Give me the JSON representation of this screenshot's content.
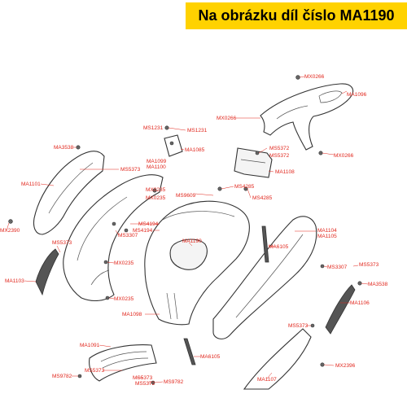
{
  "header": {
    "title": "Na obrázku díl číslo MA1190"
  },
  "labels": {
    "MX0266_top": "MX0266",
    "MA1096": "MA1096",
    "MX0266_left": "MX0266",
    "MS1231_a": "MS1231",
    "MS1231_b": "MS1231",
    "MA1085": "MA1085",
    "MS5372_a": "MS5372",
    "MS5372_b": "MS5372",
    "MX0266_right": "MX0266",
    "MA3538_left": "MA3538",
    "MA1099": "MA1099",
    "MA1100": "MA1100",
    "MS5373_top": "MS5373",
    "MA1108": "MA1108",
    "MA1101": "MA1101",
    "MX0235_a": "MX0235",
    "MX0235_b": "MX0235",
    "MS9609": "MS9609",
    "MS4285_a": "MS4285",
    "MS4285_b": "MS4285",
    "MS4194_a": "MS4194",
    "MS3307_left": "MS3307",
    "MS4194_b": "MS4194",
    "MA1104": "MA1104",
    "MA1105": "MA1105",
    "MX2390_left": "MX2390",
    "MA1190": "MA1190",
    "MA6105_top": "MA6105",
    "MS5373_left": "MS5373",
    "MX0235_c": "MX0235",
    "MS3307_right": "MS3307",
    "MS5373_right": "MS5373",
    "MA1103": "MA1103",
    "MA3538_right": "MA3538",
    "MX0235_d": "MX0235",
    "MA1106": "MA1106",
    "MA1098": "MA1098",
    "MS5373_mid": "MS5373",
    "MA1091": "MA1091",
    "MA6105_bottom": "MA6105",
    "MS5373_bot": "MS5373",
    "MX2396": "MX2396",
    "MS9782_a": "MS9782",
    "MS5373_low": "MS5373",
    "MS5372_low": "MS5372",
    "MS9782_b": "MS9782",
    "MA1107": "MA1107"
  },
  "colors": {
    "banner": "#ffd200",
    "label": "#e1261c"
  }
}
